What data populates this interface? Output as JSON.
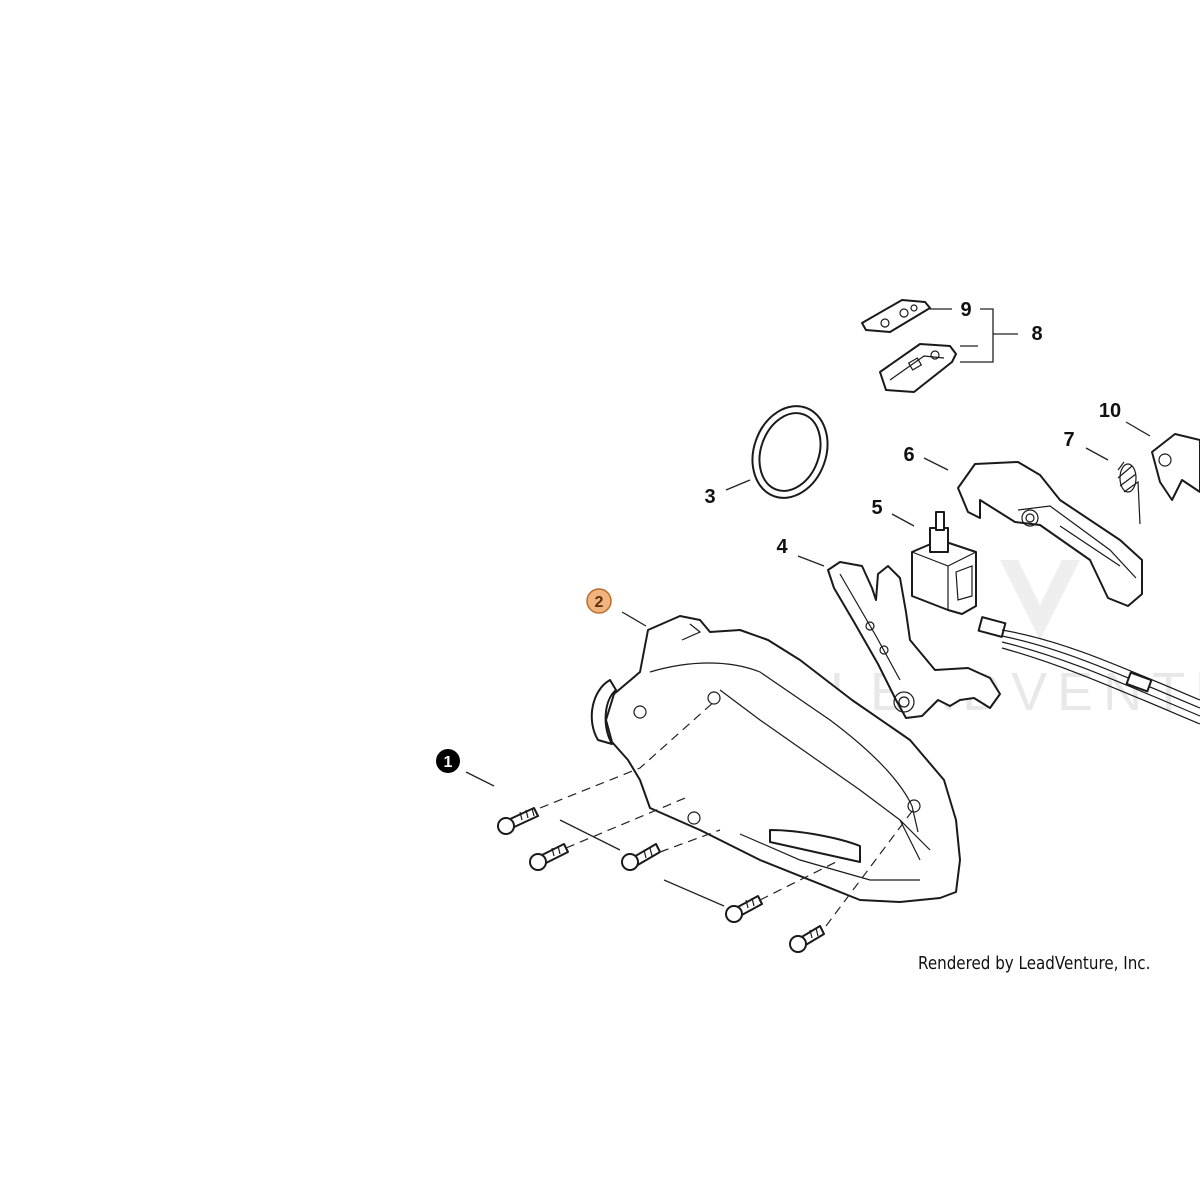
{
  "footer": {
    "credit": "Rendered by LeadVenture, Inc."
  },
  "watermark": {
    "text": "LEADVENTURE"
  },
  "callouts": [
    {
      "id": "1",
      "label": "1",
      "style": "filled"
    },
    {
      "id": "2",
      "label": "2",
      "style": "highlighted"
    },
    {
      "id": "3",
      "label": "3",
      "style": "plain"
    },
    {
      "id": "4",
      "label": "4",
      "style": "plain"
    },
    {
      "id": "5",
      "label": "5",
      "style": "plain"
    },
    {
      "id": "6",
      "label": "6",
      "style": "plain"
    },
    {
      "id": "7",
      "label": "7",
      "style": "plain"
    },
    {
      "id": "8",
      "label": "8",
      "style": "plain"
    },
    {
      "id": "9",
      "label": "9",
      "style": "plain"
    },
    {
      "id": "10",
      "label": "10",
      "style": "plain"
    }
  ],
  "colors": {
    "highlight_fill": "#f1b47f",
    "highlight_stroke": "#b86e2e",
    "filled_badge": "#000000",
    "line": "#1a1a1a"
  }
}
